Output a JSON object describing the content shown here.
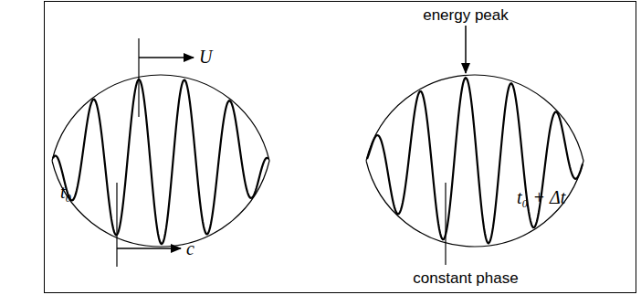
{
  "diagram": {
    "labels": [
      "U",
      "c",
      "t₀",
      "energy peak",
      "t₀ + Δt",
      "constant phase"
    ]
  }
}
